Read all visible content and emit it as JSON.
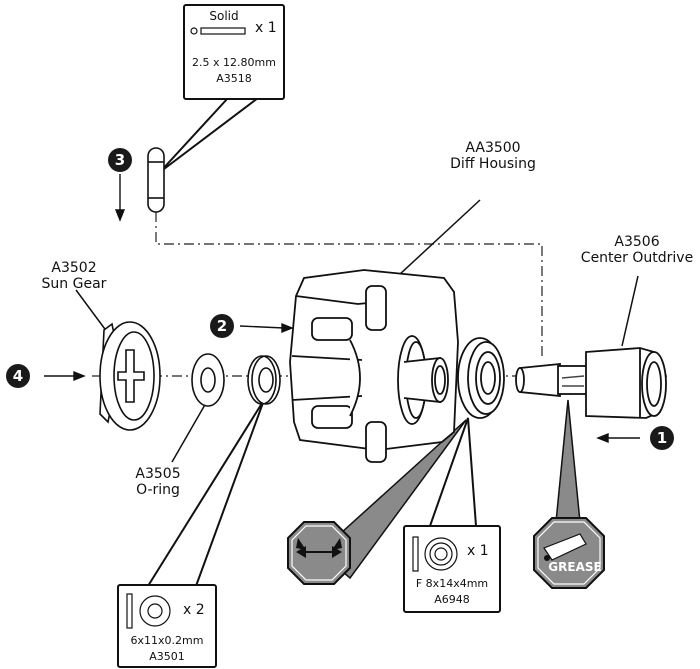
{
  "parts": {
    "diff_housing": {
      "code": "AA3500",
      "name": "Diff Housing"
    },
    "center_outdrive": {
      "code": "A3506",
      "name": "Center Outdrive"
    },
    "sun_gear": {
      "code": "A3502",
      "name": "Sun Gear"
    },
    "o_ring": {
      "code": "A3505",
      "name": "O-ring"
    }
  },
  "callouts": {
    "pin": {
      "type": "Solid",
      "qty": "x 1",
      "size": "2.5 x 12.80mm",
      "code": "A3518"
    },
    "bearing": {
      "type": "F",
      "qty": "x 1",
      "size": "F 8x14x4mm",
      "code": "A6948"
    },
    "washer": {
      "qty": "x 2",
      "size": "6x11x0.2mm",
      "code": "A3501"
    }
  },
  "badges": {
    "grease": "GREASE"
  },
  "steps": [
    "1",
    "2",
    "3",
    "4"
  ]
}
